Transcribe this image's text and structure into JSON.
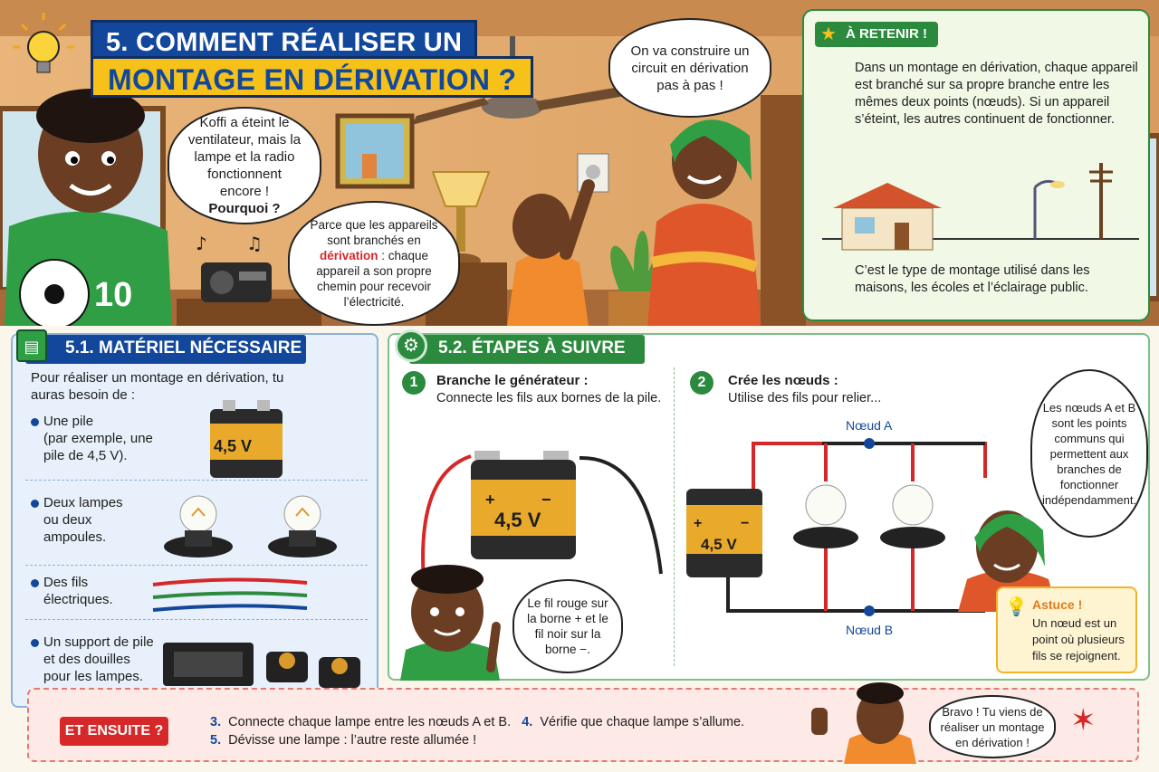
{
  "header": {
    "title_line1": "5. COMMENT RÉALISER UN",
    "title_line2": "MONTAGE EN DÉRIVATION ?"
  },
  "scene": {
    "boy_question": {
      "text": "Koffi a éteint le ventilateur, mais la lampe et la radio fonctionnent encore !",
      "emphasis": "Pourquoi ?"
    },
    "answer": {
      "before": "Parce que les appareils sont branchés en",
      "highlight": "dérivation",
      "after": ": chaque appareil a son propre chemin pour recevoir l’électricité."
    },
    "mother_speech": "On va construire un circuit en dérivation pas à pas !",
    "jersey_number": "10"
  },
  "retenir": {
    "label": "À RETENIR !",
    "text": "Dans un montage en dérivation, chaque appareil est branché sur sa propre branche entre les mêmes deux points (nœuds). Si un appareil s’éteint, les autres continuent de fonctionner.",
    "footer": "C’est le type de montage utilisé dans les maisons, les écoles et l’éclairage public."
  },
  "materiel": {
    "title": "5.1. MATÉRIEL NÉCESSAIRE",
    "intro": "Pour réaliser un montage en dérivation, tu auras besoin de :",
    "items": [
      {
        "label": "Une pile",
        "detail": "(par exemple, une pile de 4,5 V)."
      },
      {
        "label": "Deux lampes ou deux ampoules.",
        "detail": ""
      },
      {
        "label": "Des fils électriques.",
        "detail": ""
      },
      {
        "label": "Un support de pile et des douilles pour les lampes.",
        "detail": ""
      }
    ],
    "battery_label": "4,5 V"
  },
  "etapes": {
    "title": "5.2. ÉTAPES À SUIVRE",
    "step1": {
      "num": "1",
      "title": "Branche le générateur :",
      "text": "Connecte les fils aux bornes de la pile."
    },
    "step2": {
      "num": "2",
      "title": "Crée les nœuds :",
      "text": "Utilise des fils pour relier..."
    },
    "battery_label": "4,5 V",
    "plus": "+",
    "minus": "−",
    "boy_tip": "Le fil rouge sur la borne + et le fil noir sur la borne −.",
    "node_a": "Nœud A",
    "node_b": "Nœud B",
    "mother_tip": "Les nœuds A et B sont les points communs qui permettent aux branches de fonctionner indépendamment.",
    "astuce": {
      "title": "Astuce !",
      "text": "Un nœud est un point où plusieurs fils se rejoignent."
    }
  },
  "ensuite": {
    "label": "ET ENSUITE ?",
    "s3n": "3.",
    "s3": "Connecte chaque lampe entre les nœuds A et B.",
    "s4n": "4.",
    "s4": "Vérifie que chaque lampe s’allume.",
    "s5n": "5.",
    "s5": "Dévisse une lampe : l’autre reste allumée !",
    "bravo": "Bravo ! Tu viens de réaliser un montage en dérivation !"
  },
  "colors": {
    "blue": "#13479b",
    "yellow": "#f6c21a",
    "green": "#2b8a3e",
    "red": "#d62828"
  }
}
